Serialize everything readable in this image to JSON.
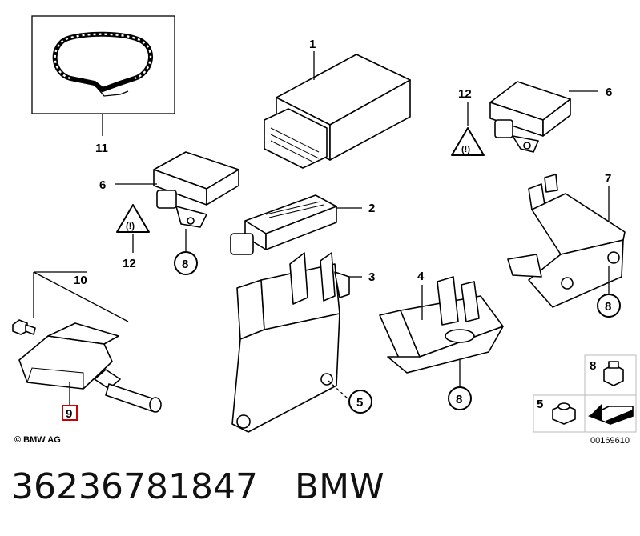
{
  "callouts": {
    "c1": "1",
    "c2": "2",
    "c3": "3",
    "c4": "4",
    "c5a": "5",
    "c5b": "5",
    "c6a": "6",
    "c6b": "6",
    "c7": "7",
    "c8a": "8",
    "c8b": "8",
    "c8c": "8",
    "c8d": "8",
    "c9": "9",
    "c10": "10",
    "c11": "11",
    "c12a": "12",
    "c12b": "12"
  },
  "copyright": "© BMW AG",
  "diagram_code": "00169610",
  "part_number": "36236781847",
  "brand": "BMW",
  "highlight_color": "#cc0000"
}
